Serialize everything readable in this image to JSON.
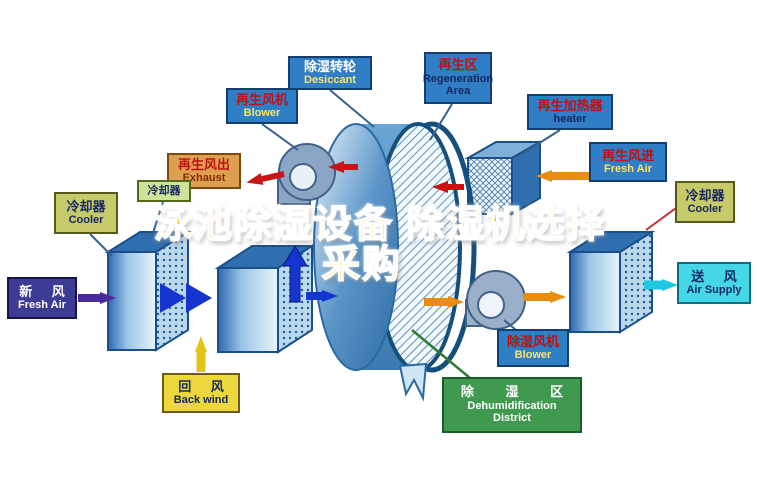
{
  "title": {
    "line1": "泳池除湿设备 除湿机选择",
    "line2": "采购"
  },
  "labels": {
    "desiccant": {
      "zh": "除湿转轮",
      "en": "Desiccant"
    },
    "regeneration_area": {
      "zh": "再生区",
      "en": "Regeneration Area"
    },
    "regen_blower": {
      "zh": "再生风机",
      "en": "Blower"
    },
    "regen_heater": {
      "zh": "再生加热器",
      "en": "heater"
    },
    "exhaust": {
      "zh": "再生风出",
      "en": "Exhaust"
    },
    "regen_fresh_air": {
      "zh": "再生风进",
      "en": "Fresh Air"
    },
    "cooler_left": {
      "zh": "冷却器",
      "en": "Cooler"
    },
    "cooler_small": {
      "zh": "冷却器"
    },
    "cooler_right": {
      "zh": "冷却器",
      "en": "Cooler"
    },
    "fresh_air": {
      "zh": "新 风",
      "en": "Fresh Air"
    },
    "back_wind": {
      "zh": "回 风",
      "en": "Back wind"
    },
    "air_supply": {
      "zh": "送 风",
      "en": "Air Supply"
    },
    "dehumid_blower": {
      "zh": "除湿风机",
      "en": "Blower"
    },
    "dehumid_district": {
      "zh": "除 湿 区",
      "en1": "Dehumidification",
      "en2": "District"
    }
  },
  "colors": {
    "title_yellow": "#f6c513",
    "label_blue": "#2f7ec6",
    "district_green": "#3f9a50",
    "supply_cyan": "#45d6e8",
    "backwind_yellow": "#ecd73c",
    "arrow_red": "#c81414",
    "arrow_orange": "#e88c14",
    "arrow_blue": "#1535d0",
    "arrow_purple": "#4b2a9b"
  }
}
